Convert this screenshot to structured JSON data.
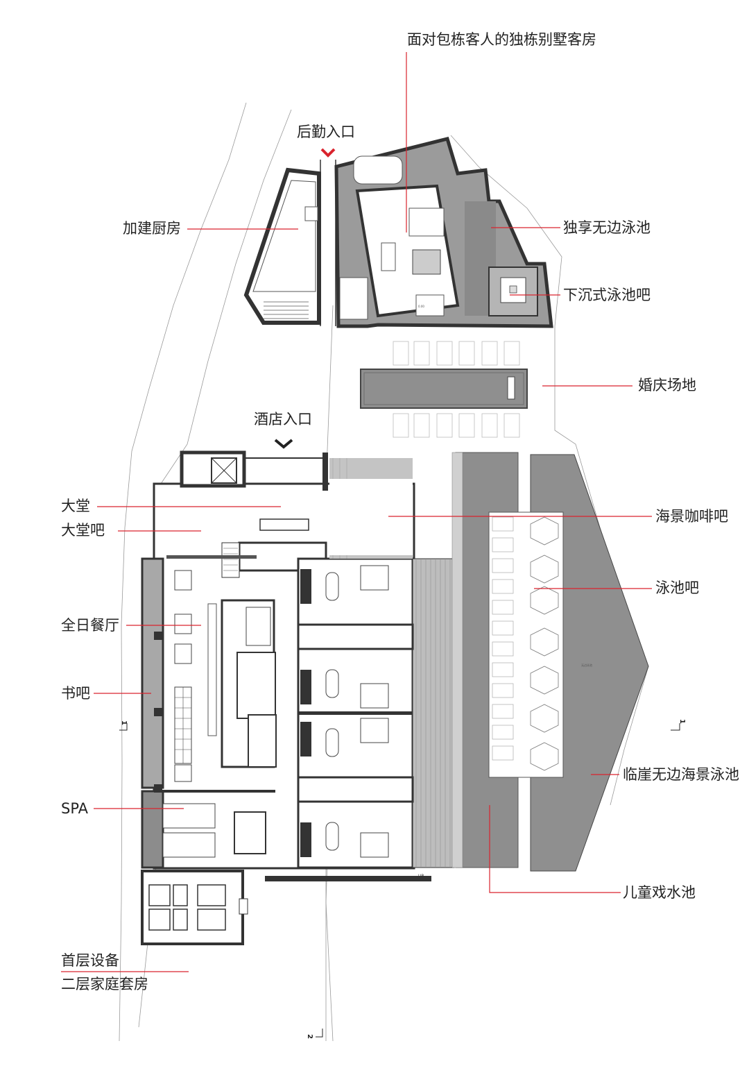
{
  "labels": {
    "villa_room": "面对包栋客人的独栋别墅客房",
    "service_entrance": "后勤入口",
    "added_kitchen": "加建厨房",
    "private_infinity_pool": "独享无边泳池",
    "sunken_pool_bar": "下沉式泳池吧",
    "wedding_venue": "婚庆场地",
    "hotel_entrance": "酒店入口",
    "lobby": "大堂",
    "lobby_bar": "大堂吧",
    "seaview_cafe": "海景咖啡吧",
    "pool_bar": "泳池吧",
    "all_day_dining": "全日餐厅",
    "book_bar": "书吧",
    "spa": "SPA",
    "cliff_infinity_pool": "临崖无边海景泳池",
    "kids_splash_pool": "儿童戏水池",
    "ground_equipment": "首层设备",
    "second_family_suite": "二层家庭套房"
  },
  "plan_text": {
    "infinity_pool_inner": "无边泳池",
    "section_mark_1": "1",
    "section_mark_2": "2",
    "up_mark": "UP"
  },
  "colors": {
    "leader_red": "#d9232d",
    "wall_dark": "#3a3a3a",
    "pool_gray": "#8c8c8c",
    "deck_gray": "#b0b0b0"
  }
}
